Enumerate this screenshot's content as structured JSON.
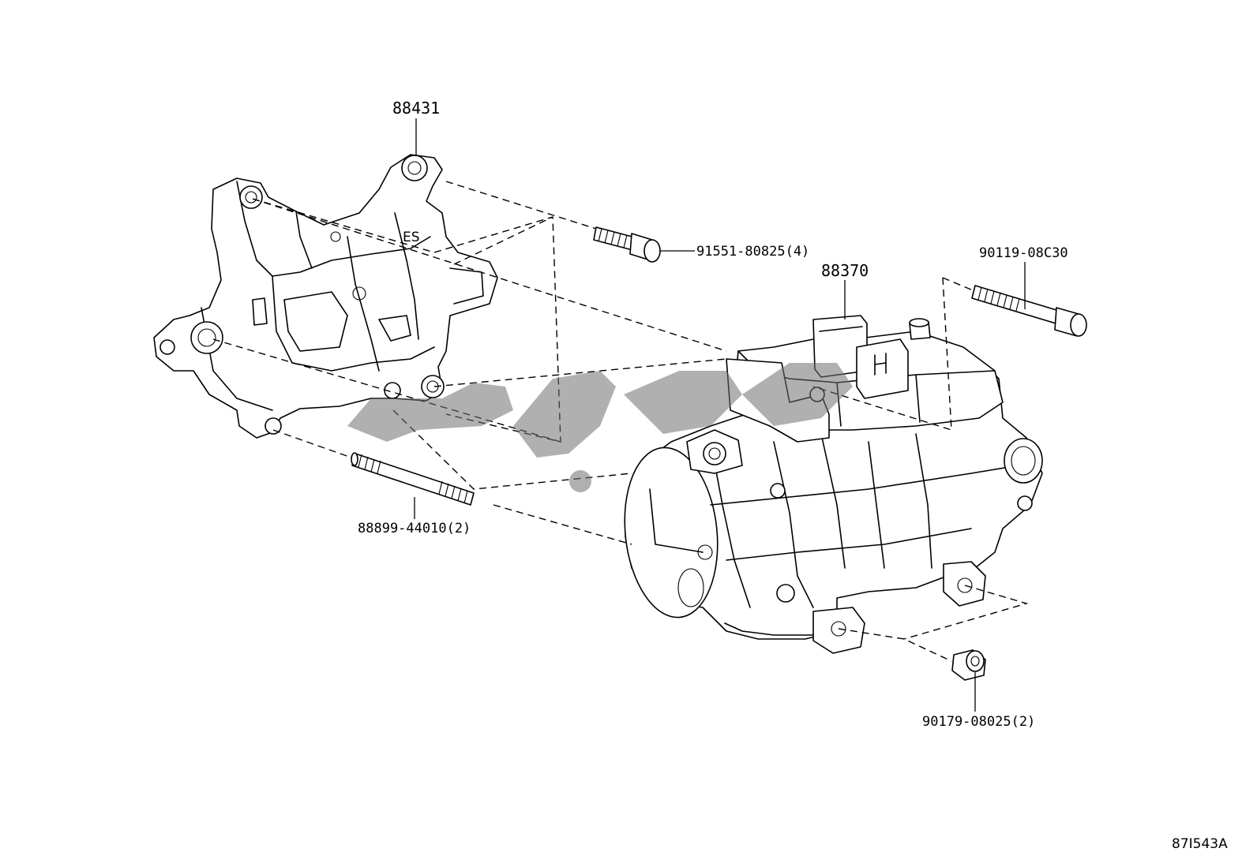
{
  "parts": {
    "bracket": "88431",
    "compressor": "88370",
    "bolt_short": "91551-80825(4)",
    "bolt_long": "90119-08C30",
    "stud": "88899-44010(2)",
    "nut": "90179-08025(2)"
  },
  "bracket_stamp": "ES",
  "figure_code": "87I543A",
  "colors": {
    "line": "#000000",
    "background": "#ffffff",
    "watermark": "#6f6f6f"
  }
}
